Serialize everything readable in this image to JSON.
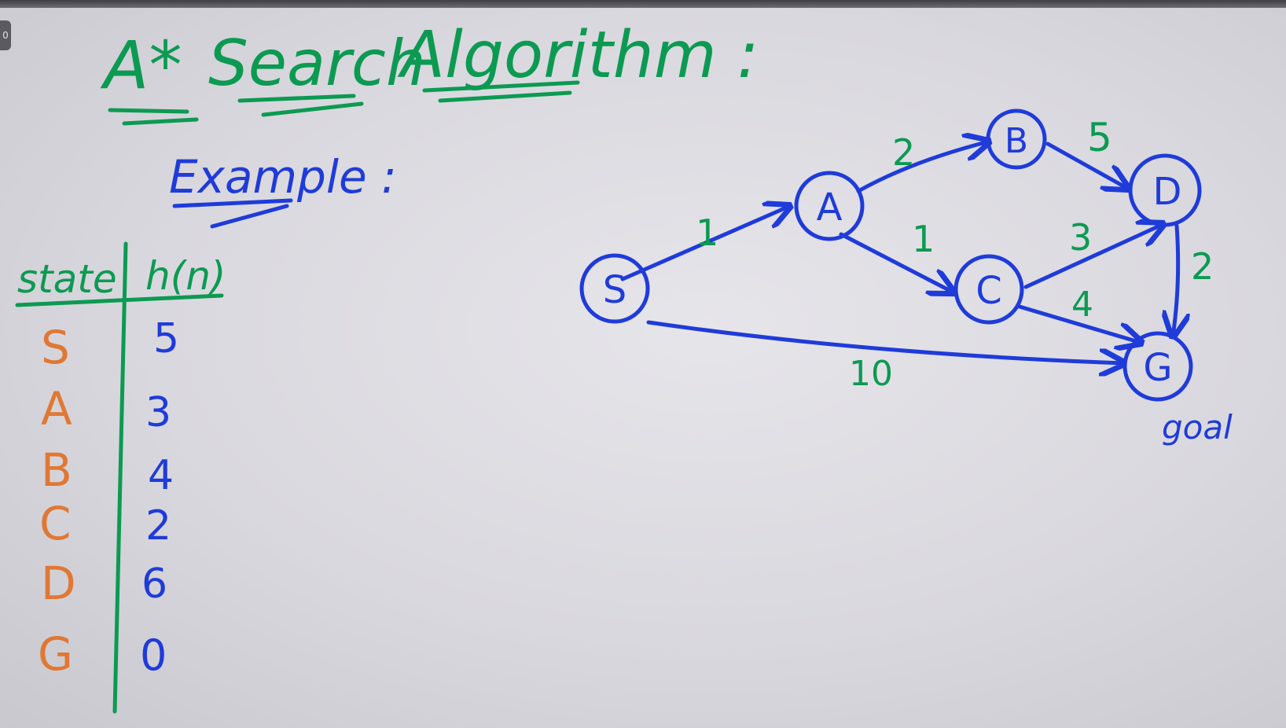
{
  "title": "A* Search Algorithm :",
  "title_parts": [
    "A*",
    "Search",
    "Algorithm :"
  ],
  "example_label": "Example :",
  "table": {
    "headers": [
      "state",
      "h(n)"
    ],
    "rows": [
      {
        "state": "S",
        "h": "5"
      },
      {
        "state": "A",
        "h": "3"
      },
      {
        "state": "B",
        "h": "4"
      },
      {
        "state": "C",
        "h": "2"
      },
      {
        "state": "D",
        "h": "6"
      },
      {
        "state": "G",
        "h": "0"
      }
    ]
  },
  "graph": {
    "nodes": [
      "S",
      "A",
      "B",
      "C",
      "D",
      "G"
    ],
    "edges": [
      {
        "from": "S",
        "to": "A",
        "weight": "1"
      },
      {
        "from": "A",
        "to": "B",
        "weight": "2"
      },
      {
        "from": "A",
        "to": "C",
        "weight": "1"
      },
      {
        "from": "B",
        "to": "D",
        "weight": "5"
      },
      {
        "from": "C",
        "to": "D",
        "weight": "3"
      },
      {
        "from": "C",
        "to": "G",
        "weight": "4"
      },
      {
        "from": "D",
        "to": "G",
        "weight": "2"
      },
      {
        "from": "S",
        "to": "G",
        "weight": "10"
      }
    ],
    "goal_label": "goal"
  },
  "corner_badge": "0",
  "colors": {
    "green": "#0c9a52",
    "blue": "#1f3bd9",
    "orange": "#e07834",
    "board": "#dcdbe0"
  }
}
